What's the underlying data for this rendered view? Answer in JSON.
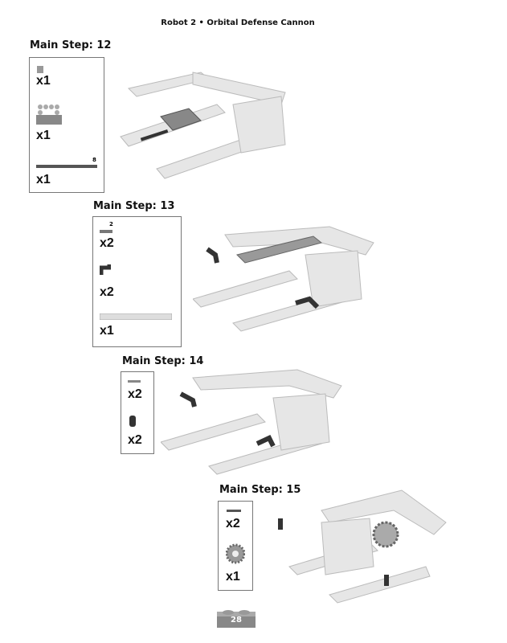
{
  "header": {
    "title": "Robot 2 • Orbital Defense Cannon"
  },
  "steps": [
    {
      "label": "Main Step: 12",
      "parts": [
        {
          "icon": "connector-peg-icon",
          "qty": "x1"
        },
        {
          "icon": "brick-2x4-icon",
          "qty": "x1"
        },
        {
          "icon": "axle-icon",
          "length": "8",
          "qty": "x1"
        }
      ]
    },
    {
      "label": "Main Step: 13",
      "parts": [
        {
          "icon": "pin-icon",
          "count_label": "2",
          "qty": "x2"
        },
        {
          "icon": "angle-connector-icon",
          "qty": "x2"
        },
        {
          "icon": "beam-icon",
          "qty": "x1"
        }
      ]
    },
    {
      "label": "Main Step: 14",
      "parts": [
        {
          "icon": "axle-pin-icon",
          "qty": "x2"
        },
        {
          "icon": "bush-icon",
          "qty": "x2"
        }
      ]
    },
    {
      "label": "Main Step: 15",
      "parts": [
        {
          "icon": "pin-icon",
          "qty": "x2"
        },
        {
          "icon": "gear-icon",
          "qty": "x1"
        }
      ]
    }
  ],
  "footer": {
    "page_number": "28"
  }
}
